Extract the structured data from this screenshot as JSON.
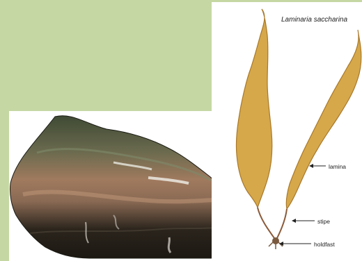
{
  "diagram": {
    "title": "Laminaria saccharina",
    "labels": {
      "lamina": "lamina",
      "stipe": "stipe",
      "holdfast": "holdfast"
    }
  },
  "colors": {
    "background": "#c5d8a4",
    "kelp_blade": "#d6a84a",
    "kelp_edge": "#a8782a",
    "stipe": "#8a5a3a"
  }
}
